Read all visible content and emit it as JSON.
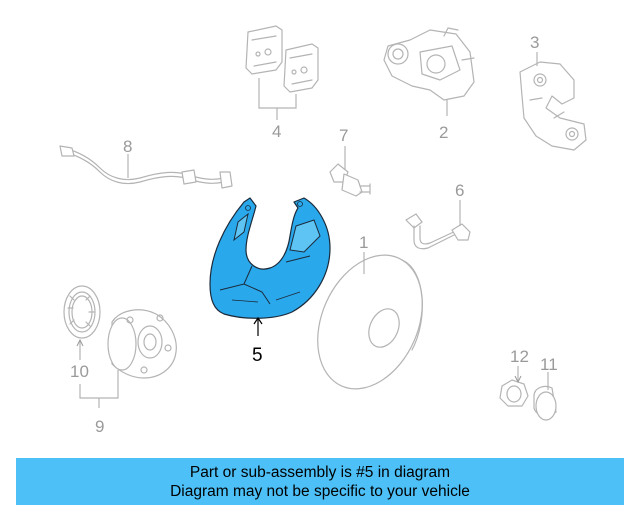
{
  "diagram": {
    "highlight_color": "#2aa8ec",
    "callouts": [
      {
        "id": "1",
        "label": "1"
      },
      {
        "id": "2",
        "label": "2"
      },
      {
        "id": "3",
        "label": "3"
      },
      {
        "id": "4",
        "label": "4"
      },
      {
        "id": "5",
        "label": "5",
        "highlighted": true
      },
      {
        "id": "6",
        "label": "6"
      },
      {
        "id": "7",
        "label": "7"
      },
      {
        "id": "8",
        "label": "8"
      },
      {
        "id": "9",
        "label": "9"
      },
      {
        "id": "10",
        "label": "10"
      },
      {
        "id": "11",
        "label": "11"
      },
      {
        "id": "12",
        "label": "12"
      }
    ]
  },
  "banner": {
    "background": "#4cc0f7",
    "line1": "Part or sub-assembly is #5 in diagram",
    "line2": "Diagram may not be specific to your vehicle"
  }
}
